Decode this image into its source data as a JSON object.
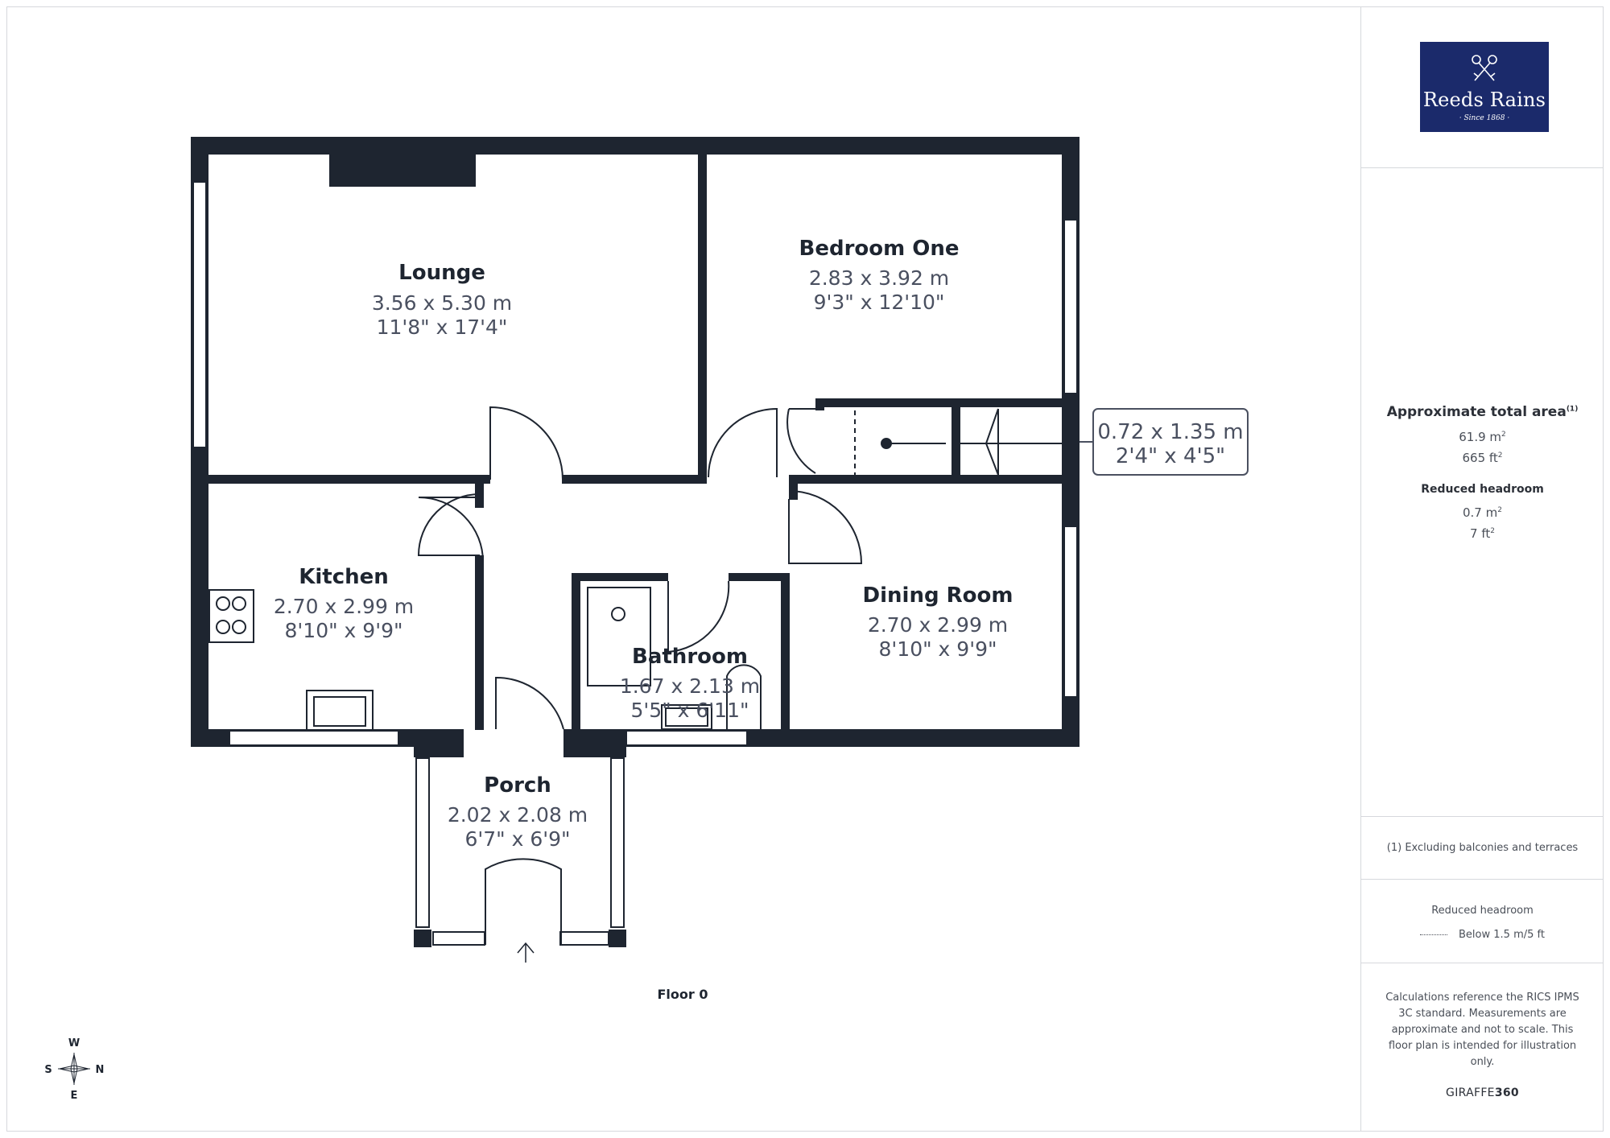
{
  "floor_label": "Floor 0",
  "rooms": {
    "lounge": {
      "name": "Lounge",
      "metric": "3.56 x 5.30 m",
      "imperial": "11'8\" x 17'4\""
    },
    "bedroom_one": {
      "name": "Bedroom One",
      "metric": "2.83 x 3.92 m",
      "imperial": "9'3\" x 12'10\""
    },
    "kitchen": {
      "name": "Kitchen",
      "metric": "2.70 x 2.99 m",
      "imperial": "8'10\" x 9'9\""
    },
    "dining_room": {
      "name": "Dining Room",
      "metric": "2.70 x 2.99 m",
      "imperial": "8'10\" x 9'9\""
    },
    "bathroom": {
      "name": "Bathroom",
      "metric": "1.67 x 2.13 m",
      "imperial": "5'5\" x 6'11\""
    },
    "porch": {
      "name": "Porch",
      "metric": "2.02 x 2.08 m",
      "imperial": "6'7\" x 6'9\""
    },
    "cupboard": {
      "metric": "0.72 x 1.35 m",
      "imperial": "2'4\" x 4'5\""
    }
  },
  "compass": {
    "w": "W",
    "s": "S",
    "n": "N",
    "e": "E"
  },
  "logo": {
    "name": "Reeds Rains",
    "since": "· Since 1868 ·"
  },
  "area": {
    "title": "Approximate total area",
    "title_sup": "(1)",
    "m2_value": "61.9 m",
    "ft2_value": "665 ft",
    "reduced_title": "Reduced headroom",
    "reduced_m2": "0.7 m",
    "reduced_ft2": "7 ft",
    "sup_2": "2"
  },
  "notes": {
    "excluding": "(1) Excluding balconies and terraces",
    "legend_title": "Reduced headroom",
    "legend_text": "Below 1.5 m/5 ft",
    "calculations": "Calculations reference the RICS IPMS 3C standard. Measurements are approximate and not to scale. This floor plan is intended for illustration only.",
    "brand_prefix": "GIRAFFE",
    "brand_suffix": "360"
  },
  "colors": {
    "wall": "#1e2530",
    "logo_bg": "#1b2a6b",
    "frame": "#d6d8dc"
  }
}
